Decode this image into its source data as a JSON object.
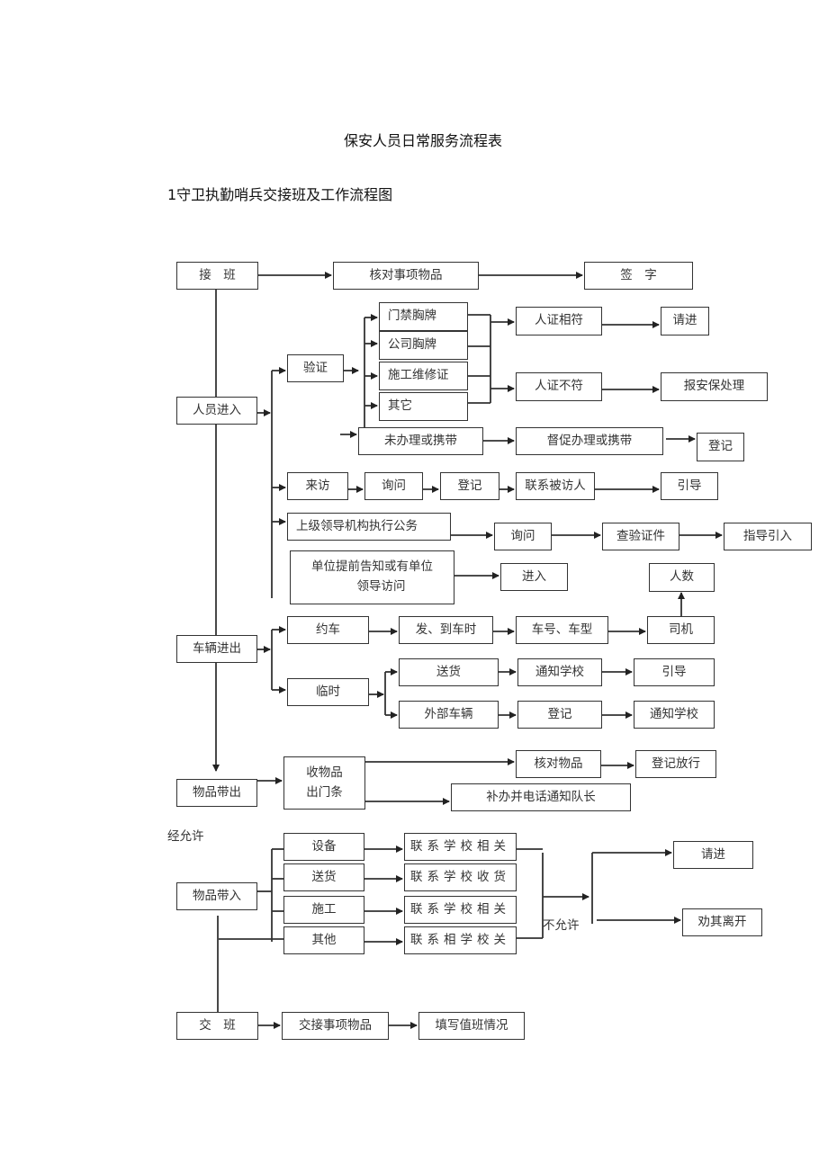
{
  "document": {
    "title": "保安人员日常服务流程表",
    "subtitle": "1守卫执勤哨兵交接班及工作流程图"
  },
  "flow": {
    "shift_start": {
      "main": "接　班",
      "check": "核对事项物品",
      "sign": "签　字"
    },
    "personnel_entry": {
      "main": "人员进入",
      "verify": "验证",
      "badges": [
        "门禁胸牌",
        "公司胸牌",
        "施工维修证",
        "其它"
      ],
      "match": "人证相符",
      "match_next": "请进",
      "mismatch": "人证不符",
      "mismatch_next": "报安保处理",
      "not_done": "未办理或携带",
      "urge": "督促办理或携带",
      "urge_next": "登记",
      "visit": "来访",
      "visit_steps": [
        "询问",
        "登记",
        "联系被访人",
        "引导"
      ],
      "official": "上级领导机构执行公务",
      "official_steps": [
        "询问",
        "查验证件",
        "指导引入"
      ],
      "notified_line1": "单位提前告知或有单位",
      "notified_line2": "领导访问",
      "notified_next": "进入"
    },
    "vehicle": {
      "main": "车辆进出",
      "booked": "约车",
      "booked_steps": [
        "发、到车时",
        "车号、车型",
        "司机"
      ],
      "headcount": "人数",
      "temporary": "临时",
      "delivery": "送货",
      "delivery_steps": [
        "通知学校",
        "引导"
      ],
      "external": "外部车辆",
      "external_steps": [
        "登记",
        "通知学校"
      ]
    },
    "goods_out": {
      "main": "物品带出",
      "slip_line1": "收物品",
      "slip_line2": "出门条",
      "verify": "核对物品",
      "release": "登记放行",
      "supplement": "补办并电话通知队长"
    },
    "goods_in": {
      "permitted_label": "经允许",
      "main": "物品带入",
      "types": [
        "设备",
        "送货",
        "施工",
        "其他"
      ],
      "contacts": [
        "联系学校相关",
        "联系学校收货",
        "联系学校相关",
        "联系相学校关"
      ],
      "not_permitted_label": "不允许",
      "enter": "请进",
      "leave": "劝其离开"
    },
    "handover": {
      "main": "交　班",
      "items": "交接事项物品",
      "log": "填写值班情况"
    }
  }
}
